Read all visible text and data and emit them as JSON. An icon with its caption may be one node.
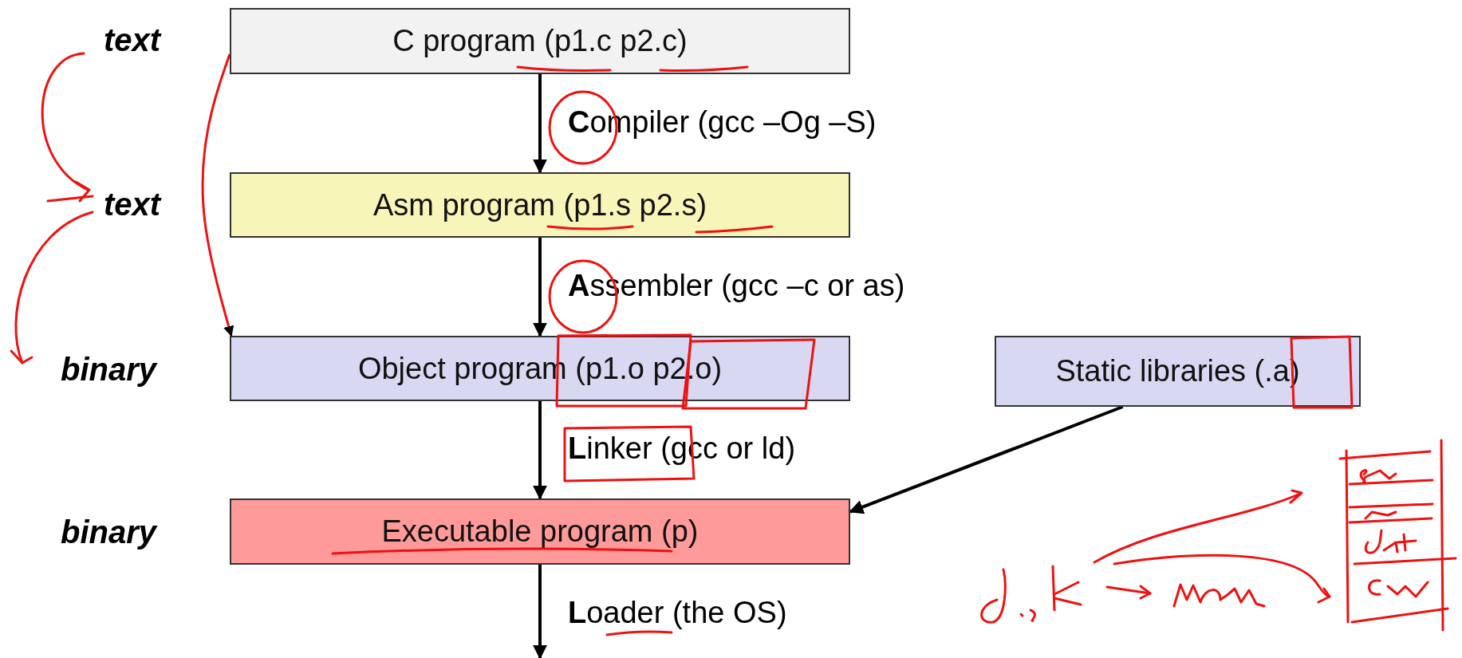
{
  "diagram": {
    "nodes": [
      {
        "text": [
          "C program (p1.c p2.c)"
        ]
      },
      {
        "text": [
          "Asm program (p1.s p2.s)"
        ]
      },
      {
        "text": [
          "Object program (p1.o p2.o)"
        ]
      },
      {
        "text": [
          "Static libraries (.a)"
        ]
      },
      {
        "text": [
          "Executable program (p)"
        ]
      }
    ],
    "edges": [
      {
        "from": 0,
        "to": 1,
        "arrow": "to",
        "label": "**C**ompiler (gcc –Og –S)"
      },
      {
        "from": 1,
        "to": 2,
        "arrow": "to",
        "label": "**A**ssembler (gcc –c or as)"
      },
      {
        "from": 2,
        "to": 4,
        "arrow": "to",
        "label": "**L**inker (gcc or ld)"
      },
      {
        "from": 3,
        "to": 4,
        "arrow": "to"
      },
      {
        "from": 4,
        "to": null,
        "arrow": "to",
        "label": "**L**oader (the OS)"
      },
      {
        "from": 0,
        "to": 2,
        "arrow": "to",
        "color": "#ee1111"
      }
    ],
    "labels": [
      "text",
      "text",
      "binary",
      "binary"
    ]
  }
}
